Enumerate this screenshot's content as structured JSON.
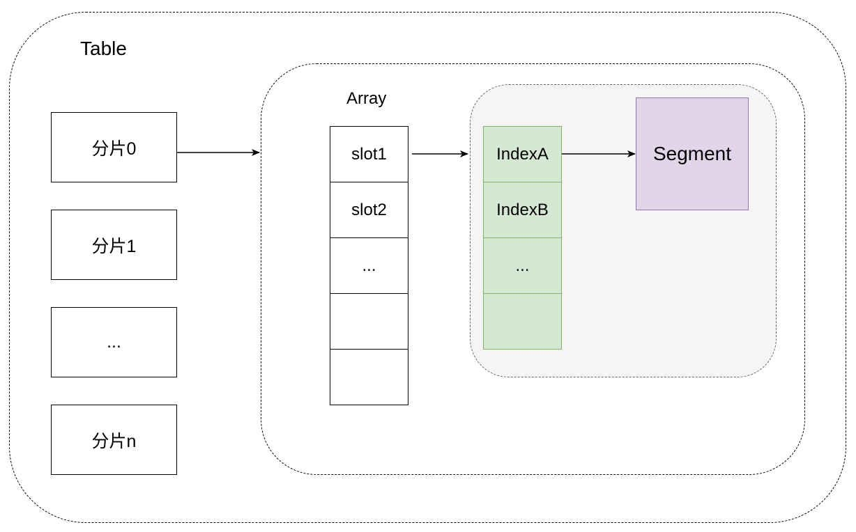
{
  "table": {
    "label": "Table",
    "shards": [
      "分片0",
      "分片1",
      "...",
      "分片n"
    ]
  },
  "array": {
    "label": "Array",
    "slots": [
      "slot1",
      "slot2",
      "...",
      "",
      ""
    ]
  },
  "index": {
    "cells": [
      "IndexA",
      "IndexB",
      "...",
      ""
    ]
  },
  "segment": {
    "label": "Segment"
  },
  "colors": {
    "index_fill": "#d5e8d4",
    "index_border": "#82b366",
    "segment_fill": "#e1d5e7",
    "segment_border": "#9673a6",
    "inner_container_fill": "#f5f5f5"
  }
}
